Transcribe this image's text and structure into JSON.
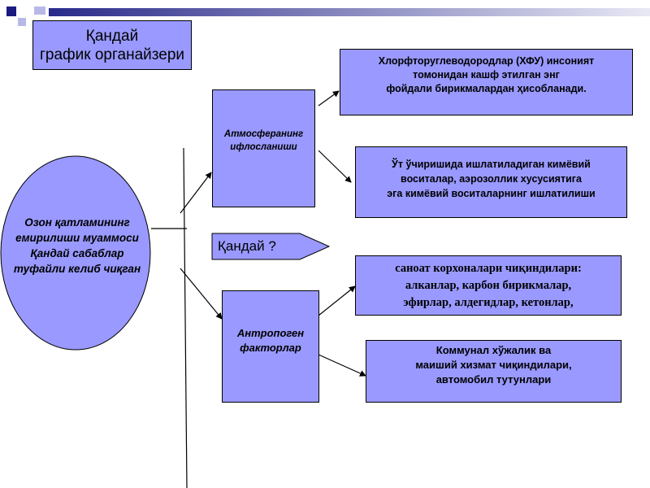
{
  "title": {
    "line1": "Қандай",
    "line2": "график органайзери"
  },
  "ellipse": {
    "line1": "Озон қатламининг",
    "line2": "емирилиши муаммоси",
    "line3": "Қандай сабаблар",
    "line4": "туфайли келиб чиқган"
  },
  "atmosphere": {
    "line1": "Атмосферанинг",
    "line2": "ифлосланиши"
  },
  "anthropogenic": {
    "line1": "Антропоген",
    "line2": "факторлар"
  },
  "arrow_label": "Қандай ?",
  "cfc": {
    "line1": "Хлорфторуглеводородлар (ХФУ)  инсоният",
    "line2": "томонидан  кашф этилган энг",
    "line3": "фойдали бирикмалардан ҳисобланади."
  },
  "chemicals": {
    "line1": "Ўт  ўчиришида ишлатиладиган кимёвий",
    "line2": "воситалар, аэрозоллик хусусиятига",
    "line3": "эга кимёвий воситаларнинг ишлатилиши"
  },
  "industrial": {
    "line1": "саноат корхоналари  чиқиндилари:",
    "line2": "алканлар, карбон бирикмалар,",
    "line3": "эфирлар, алдегидлар, кетонлар,"
  },
  "communal": {
    "line1": "Коммунал хўжалик ва",
    "line2": "маиший хизмат чиқиндилари,",
    "line3": "автомобил тутунлари"
  },
  "colors": {
    "box_fill": "#9999ff",
    "deco_dark": "#1a1a80",
    "deco_light": "#b8b8e8"
  }
}
